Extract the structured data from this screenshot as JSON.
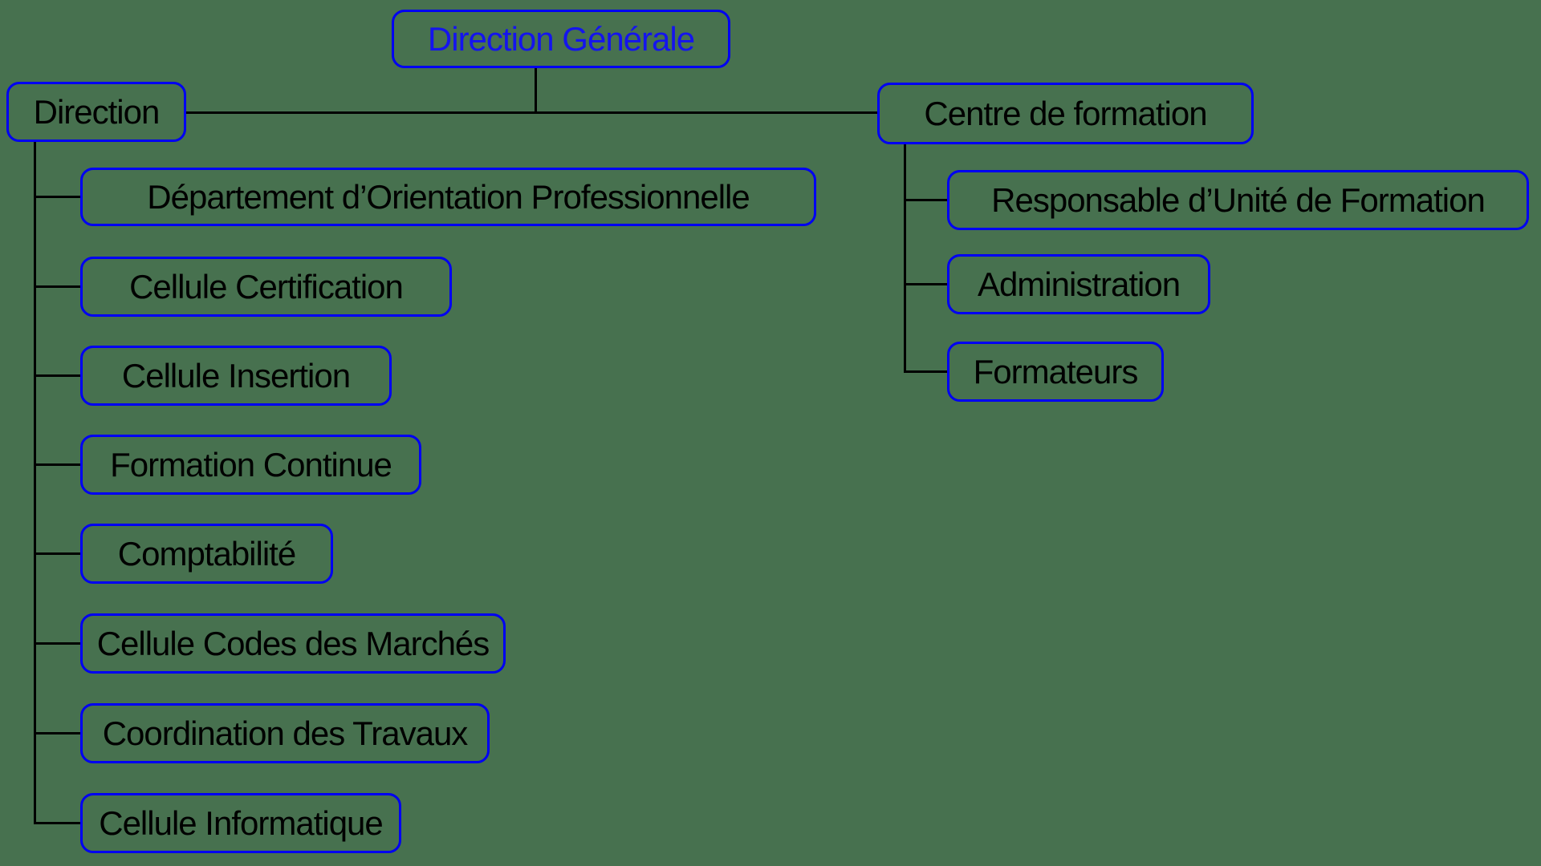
{
  "colors": {
    "background": "#47714F",
    "node_border": "#0000f2",
    "node_text": "#000000",
    "root_text": "#1414ee",
    "connector": "#000000"
  },
  "org_chart": {
    "type": "organizational-chart",
    "root": {
      "label": "Direction Générale"
    },
    "branches": [
      {
        "label": "Direction",
        "children": [
          "Département d’Orientation Professionnelle",
          "Cellule Certification",
          "Cellule Insertion",
          "Formation Continue",
          "Comptabilité",
          "Cellule Codes des Marchés",
          "Coordination des Travaux",
          "Cellule Informatique"
        ]
      },
      {
        "label": "Centre de formation",
        "children": [
          "Responsable d’Unité de Formation",
          "Administration",
          "Formateurs"
        ]
      }
    ]
  }
}
